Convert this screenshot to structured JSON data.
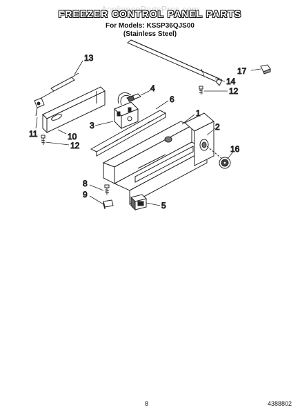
{
  "watermark": "AppliancePartsPros.com",
  "title": "FREEZER CONTROL PANEL PARTS",
  "subtitle_models": "For Models: KSSP36QJS00",
  "subtitle_finish": "(Stainless Steel)",
  "callouts": {
    "c1": "1",
    "c2": "2",
    "c3": "3",
    "c4": "4",
    "c5": "5",
    "c6": "6",
    "c8": "8",
    "c9": "9",
    "c10": "10",
    "c11": "11",
    "c12a": "12",
    "c12b": "12",
    "c13": "13",
    "c14": "14",
    "c16": "16",
    "c17": "17"
  },
  "page_number": "8",
  "document_number": "4388802"
}
